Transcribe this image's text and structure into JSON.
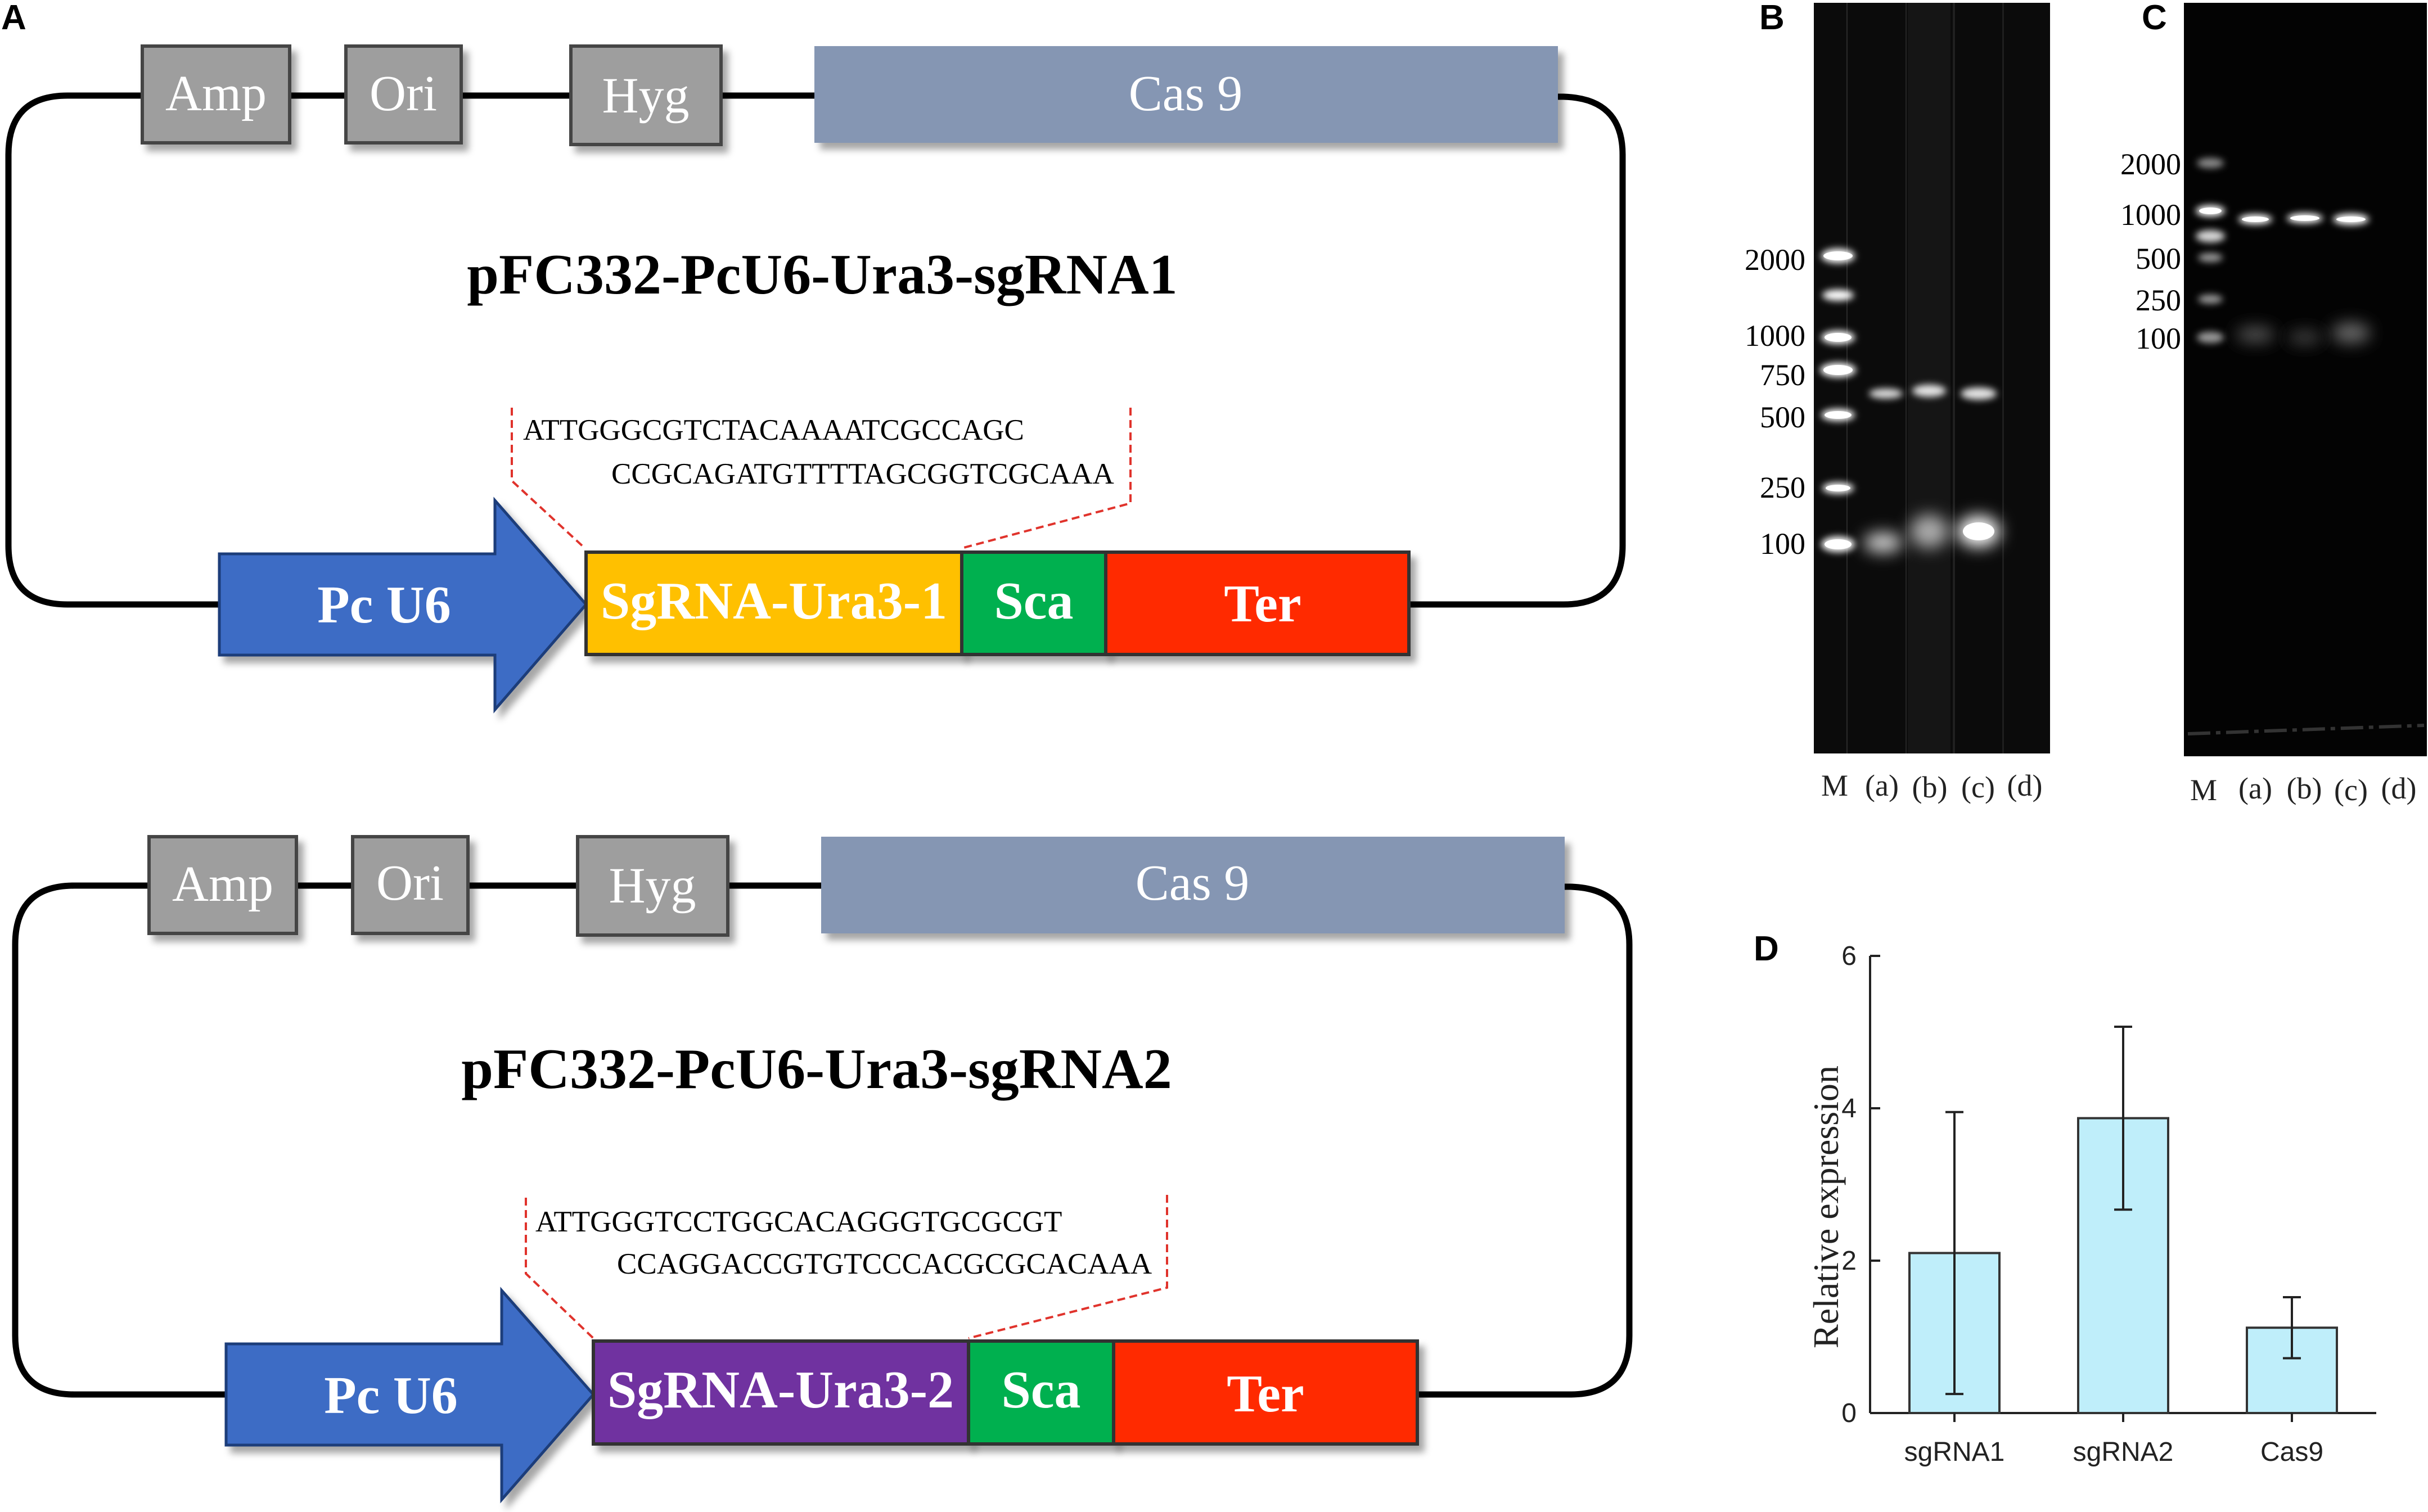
{
  "panels": {
    "a": "A",
    "b": "B",
    "c": "C",
    "d": "D"
  },
  "plasmid1": {
    "title": "pFC332-PcU6-Ura3-sgRNA1",
    "amp": "Amp",
    "ori": "Ori",
    "hyg": "Hyg",
    "cas9": "Cas 9",
    "promoter": "Pc U6",
    "sgrna": "SgRNA-Ura3-1",
    "sca": "Sca",
    "ter": "Ter",
    "seq_top": "ATTGGGCGTCTACAAAATCGCCAGC",
    "seq_bottom": "CCGCAGATGTTTTAGCGGTCGCAAA"
  },
  "plasmid2": {
    "title": "pFC332-PcU6-Ura3-sgRNA2",
    "amp": "Amp",
    "ori": "Ori",
    "hyg": "Hyg",
    "cas9": "Cas 9",
    "promoter": "Pc U6",
    "sgrna": "SgRNA-Ura3-2",
    "sca": "Sca",
    "ter": "Ter",
    "seq_top": "ATTGGGTCCTGGCACAGGGTGCGCGT",
    "seq_bottom": "CCAGGACCGTGTCCCACGCGCACAAA"
  },
  "colors": {
    "selection_box": "#9e9e9e",
    "cas9_box": "#8596b3",
    "promoter_arrow": "#3e6cc5",
    "sgrna1": "#ffc000",
    "sgrna2": "#7030a0",
    "sca": "#00b050",
    "ter": "#ff2b00",
    "bar_fill": "#bfeefa"
  },
  "gel_b": {
    "ladder": [
      "2000",
      "1000",
      "750",
      "500",
      "250",
      "100"
    ],
    "lanes": [
      "M",
      "(a)",
      "(b)",
      "(c)",
      "(d)"
    ]
  },
  "gel_c": {
    "ladder": [
      "2000",
      "1000",
      "500",
      "250",
      "100"
    ],
    "lanes": [
      "M",
      "(a)",
      "(b)",
      "(c)",
      "(d)"
    ]
  },
  "chart_data": {
    "type": "bar",
    "categories": [
      "sgRNA1",
      "sgRNA2",
      "Cas9"
    ],
    "values": [
      2.1,
      3.87,
      1.12
    ],
    "error": [
      1.85,
      1.2,
      0.4
    ],
    "ylabel": "Relative  expression",
    "xlabel": "",
    "ylim": [
      0,
      6
    ],
    "yticks": [
      "0",
      "2",
      "4",
      "6"
    ],
    "grid": false
  }
}
